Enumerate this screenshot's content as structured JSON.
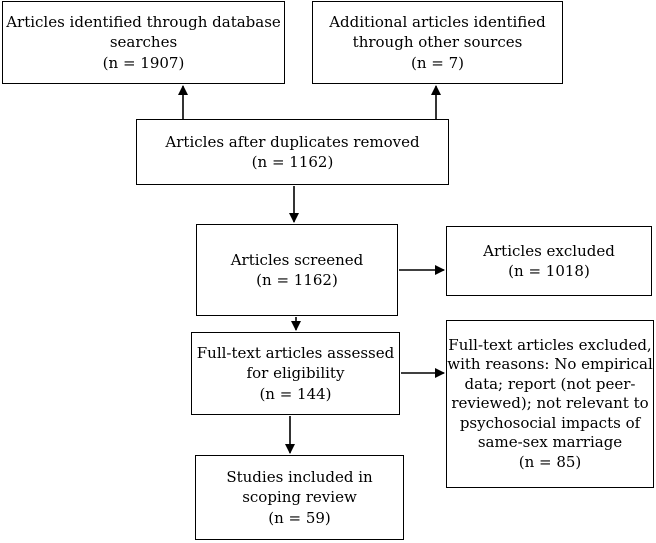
{
  "boxes": {
    "database": {
      "lines": [
        "Articles identified through database",
        "searches",
        "(n = 1907)"
      ]
    },
    "other_sources": {
      "lines": [
        "Additional articles identified",
        "through other sources",
        "(n = 7)"
      ]
    },
    "duplicates_removed": {
      "lines": [
        "Articles after duplicates removed",
        "(n = 1162)"
      ]
    },
    "screened": {
      "lines": [
        "Articles screened",
        "(n = 1162)"
      ]
    },
    "excluded": {
      "lines": [
        "Articles excluded",
        "(n = 1018)"
      ]
    },
    "fulltext_assessed": {
      "lines": [
        "Full-text articles assessed",
        "for eligibility",
        "(n = 144)"
      ]
    },
    "fulltext_excluded": {
      "lines": [
        "Full-text articles excluded,",
        "with reasons: No empirical",
        "data; report (not peer-",
        "reviewed); not relevant to",
        "psychosocial impacts of",
        "same-sex marriage",
        "(n = 85)"
      ]
    },
    "included": {
      "lines": [
        "Studies included in",
        "scoping review",
        "(n = 59)"
      ]
    }
  }
}
